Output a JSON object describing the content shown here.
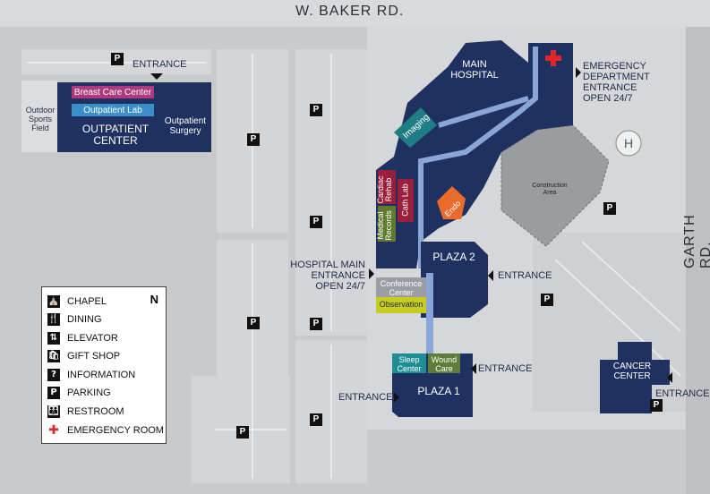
{
  "roads": {
    "north": "W. BAKER RD.",
    "east": "GARTH RD."
  },
  "buildings": {
    "main_hospital": "MAIN HOSPITAL",
    "outpatient_center": "OUTPATIENT CENTER",
    "outpatient_surgery": "Outpatient Surgery",
    "breast_care": "Breast Care Center",
    "outpatient_lab": "Outpatient Lab",
    "imaging": "Imaging",
    "cardiac_rehab": "Cardiac Rehab",
    "cath_lab": "Cath Lab",
    "endo": "Endo",
    "medical_records": "Medical Records",
    "plaza2": "PLAZA 2",
    "conference_center": "Conference Center",
    "observation": "Observation",
    "sleep_center": "Sleep Center",
    "wound_care": "Wound Care",
    "plaza1": "PLAZA 1",
    "cancer_center": "CANCER CENTER",
    "construction_area": "Construction Area",
    "outdoor_sports": "Outdoor Sports Field"
  },
  "entrances": {
    "outpatient": "ENTRANCE",
    "emergency": "EMERGENCY DEPARTMENT ENTRANCE OPEN 24/7",
    "hospital_main": "HOSPITAL MAIN ENTRANCE OPEN 24/7",
    "plaza2": "ENTRANCE",
    "wound": "ENTRANCE",
    "plaza1": "ENTRANCE",
    "cancer": "ENTRANCE"
  },
  "legend": {
    "items": [
      {
        "icon": "chapel-icon",
        "glyph": "⛪",
        "label": "CHAPEL"
      },
      {
        "icon": "dining-icon",
        "glyph": "🍴",
        "label": "DINING"
      },
      {
        "icon": "elevator-icon",
        "glyph": "⇅",
        "label": "ELEVATOR"
      },
      {
        "icon": "gift-shop-icon",
        "glyph": "🛍",
        "label": "GIFT SHOP"
      },
      {
        "icon": "information-icon",
        "glyph": "?",
        "label": "INFORMATION"
      },
      {
        "icon": "parking-icon",
        "glyph": "P",
        "label": "PARKING"
      },
      {
        "icon": "restroom-icon",
        "glyph": "👪",
        "label": "RESTROOM"
      },
      {
        "icon": "emergency-room-icon",
        "glyph": "✚",
        "label": "EMERGENCY ROOM"
      }
    ],
    "north": "N"
  },
  "parking_label": "P",
  "colors": {
    "navy": "#1f3160",
    "corridor": "#8aa6d6",
    "breast_care": "#b0397e",
    "outpatient_lab": "#3a8fc8",
    "imaging": "#1f7d86",
    "cardiac": "#9b1f3c",
    "endo": "#ea6b2b",
    "records": "#5f7a2e",
    "conference": "#9a9ea4",
    "observation": "#c8cc1e",
    "sleep": "#1f8d95",
    "wound": "#5d7d39",
    "construction": "#9a9ca0",
    "emergency": "#e3242b"
  }
}
